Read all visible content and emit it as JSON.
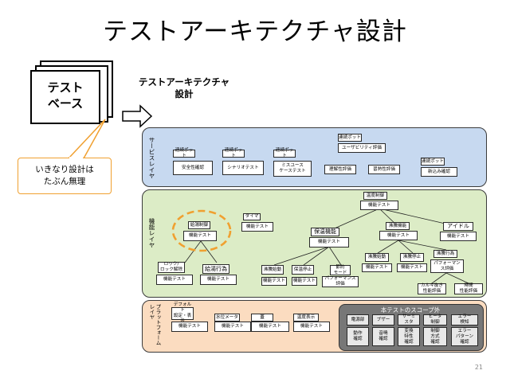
{
  "slide_title": "テストアーキテクチャ設計",
  "page_number": "21",
  "test_base": {
    "line1": "テスト",
    "line2": "ベース"
  },
  "arch_heading": {
    "line1": "テストアーキテクチャ",
    "line2": "設計"
  },
  "callout": {
    "line1": "いきなり設計は",
    "line2": "たぶん無理"
  },
  "layers": {
    "service": {
      "label": "サービスレイヤ",
      "pairs": [
        {
          "top": "連続ポット",
          "bottom": "安全性確認"
        },
        {
          "top": "連続ポット",
          "bottom": "シナリオテスト"
        },
        {
          "top": "連続ポット",
          "bottom": "ミスユース\nケーステスト"
        },
        {
          "top": "連続ポット",
          "bottom": "新込み確認"
        }
      ],
      "usability": {
        "top": "連続ポット",
        "middle": "ユーザビリティ評価",
        "left": "理解性評価",
        "right": "習熟性評価"
      }
    },
    "function": {
      "label": "機能レイヤ",
      "supply_control": {
        "top": "給湯制御",
        "bottom": "機能テスト"
      },
      "timer": {
        "top": "タイマ",
        "bottom": "機能テスト"
      },
      "lock": {
        "top": "ロック/\nロック解除",
        "bottom": "機能テスト"
      },
      "supply_action": {
        "top": "給湯行為",
        "bottom": "機能テスト"
      },
      "keep_warm": {
        "top": "保温機能",
        "bottom": "機能テスト"
      },
      "keep_warm_children": [
        {
          "top": "沸騰始動",
          "bottom": "機能テスト"
        },
        {
          "top": "保温停止",
          "bottom": "機能テスト"
        },
        {
          "top": "節約\nモード",
          "bottom": "パフォーマンス\n評価"
        }
      ],
      "temp_control": {
        "top": "温度制御",
        "bottom": "機能テスト"
      },
      "boil_function": {
        "top": "沸騰機能",
        "bottom": "機能テスト"
      },
      "boil_children": [
        {
          "top": "沸騰始動",
          "bottom": "機能テスト"
        },
        {
          "top": "沸騰停止",
          "bottom": "機能テスト"
        }
      ],
      "boil_action": {
        "top": "沸騰行為",
        "bottom": "パフォーマン\nス評価"
      },
      "boil_action_children": [
        "カルキ抜き\n性能評価",
        "時間\n性能評価"
      ],
      "idle": {
        "top": "アイドル",
        "bottom": "機能テスト"
      }
    },
    "platform": {
      "label": "プラットフォームレイヤ",
      "pairs": [
        {
          "top": "デフォルト\n設定・表示",
          "bottom": "機能テスト"
        },
        {
          "top": "水位メータ",
          "bottom": "機能テスト"
        },
        {
          "top": "蓋",
          "bottom": "機能テスト"
        },
        {
          "top": "温度表示",
          "bottom": "機能テスト"
        }
      ],
      "out_of_scope": {
        "title": "本テストのスコープ外",
        "items": [
          {
            "top": "電源部",
            "bottom": "動作\n確認"
          },
          {
            "top": "ブザー",
            "bottom": "音鳴\n確認"
          },
          {
            "top": "サーミ\nスタ",
            "bottom": "変換\n特性\n確認"
          },
          {
            "top": "ヒータ\n制御",
            "bottom": "制御\n方式\n確認"
          },
          {
            "top": "エラー\n検知",
            "bottom": "エラー\nパターン\n確認"
          }
        ]
      }
    }
  },
  "colors": {
    "service": "#c7d9f0",
    "function": "#dcecc6",
    "platform": "#fbdcc0",
    "highlight": "#f0a030"
  }
}
